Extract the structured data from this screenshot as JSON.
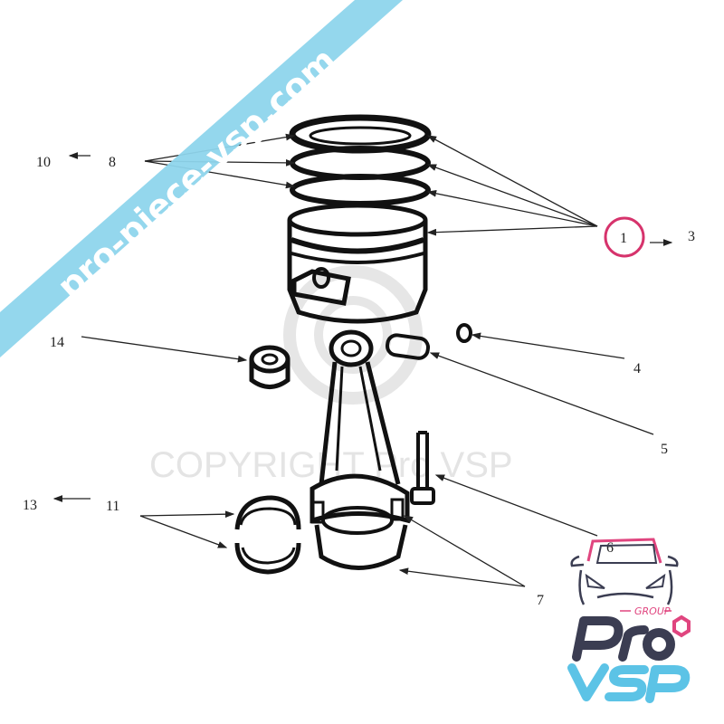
{
  "watermark": {
    "copyright_text": "COPYRIGHT Pro VSP",
    "banner_text": "pro-piece-vsp.com",
    "banner_color": "#8ed5ec"
  },
  "labels": {
    "l1": "1",
    "l3": "3",
    "l4": "4",
    "l5": "5",
    "l6": "6",
    "l7": "7",
    "l8": "8",
    "l10": "10",
    "l11": "11",
    "l13": "13",
    "l14": "14"
  },
  "highlight_color": "#d6336c",
  "logo": {
    "group": "GROUP",
    "pro": "Pro",
    "vsp": "VSP",
    "dark_color": "#3b3d52",
    "accent_color": "#5cc3e6",
    "pink_color": "#e0457f"
  }
}
